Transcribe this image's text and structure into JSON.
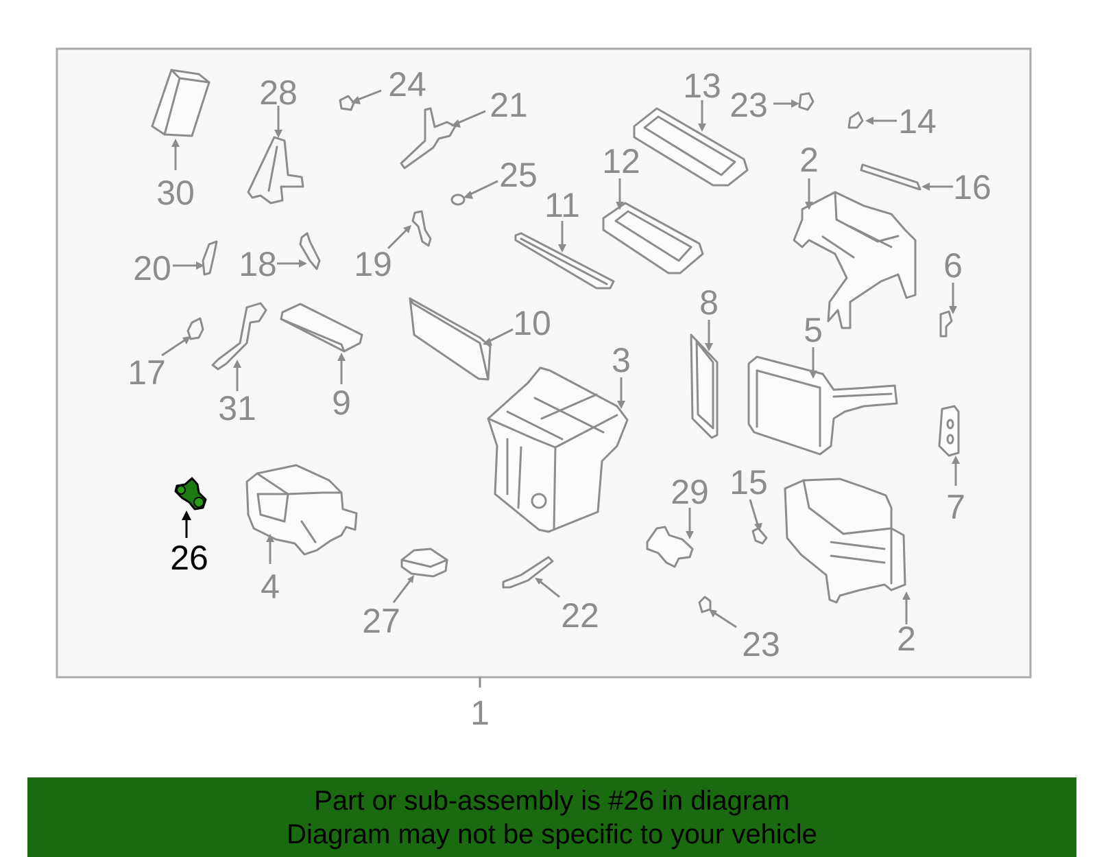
{
  "callouts": {
    "n1": "1",
    "n2a": "2",
    "n2b": "2",
    "n3": "3",
    "n4": "4",
    "n5": "5",
    "n6": "6",
    "n7": "7",
    "n8": "8",
    "n9": "9",
    "n10": "10",
    "n11": "11",
    "n12": "12",
    "n13": "13",
    "n14": "14",
    "n15": "15",
    "n16": "16",
    "n17": "17",
    "n18": "18",
    "n19": "19",
    "n20": "20",
    "n21": "21",
    "n22": "22",
    "n23a": "23",
    "n23b": "23",
    "n24": "24",
    "n25": "25",
    "n26": "26",
    "n27": "27",
    "n28": "28",
    "n29": "29",
    "n30": "30",
    "n31": "31"
  },
  "highlighted_part": "26",
  "colors": {
    "highlight": "#1b7a10",
    "banner": "#1a6b0f",
    "frame": "#aaaaaa",
    "parts": "#8c8c8c"
  },
  "banner": {
    "line1": "Part or sub-assembly is #26 in diagram",
    "line2": "Diagram may not be specific to your vehicle"
  }
}
